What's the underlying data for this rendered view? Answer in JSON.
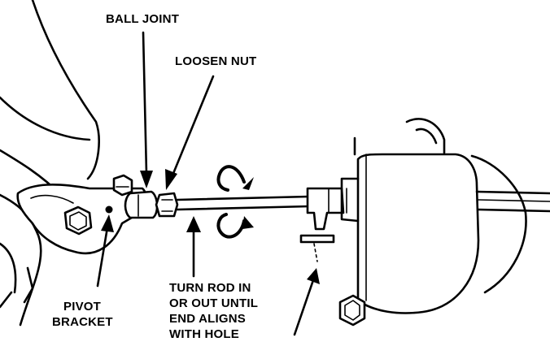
{
  "labels": {
    "ball_joint": "BALL JOINT",
    "loosen_nut": "LOOSEN NUT",
    "pivot_bracket": [
      "PIVOT",
      "BRACKET"
    ],
    "turn_rod": [
      "TURN ROD IN",
      "OR OUT UNTIL",
      "END ALIGNS",
      "WITH HOLE"
    ]
  },
  "icons": {
    "rotation": "rotation-arrows-icon",
    "pointer": "arrow-icon"
  },
  "colors": {
    "ink": "#000000",
    "paper": "#ffffff"
  }
}
